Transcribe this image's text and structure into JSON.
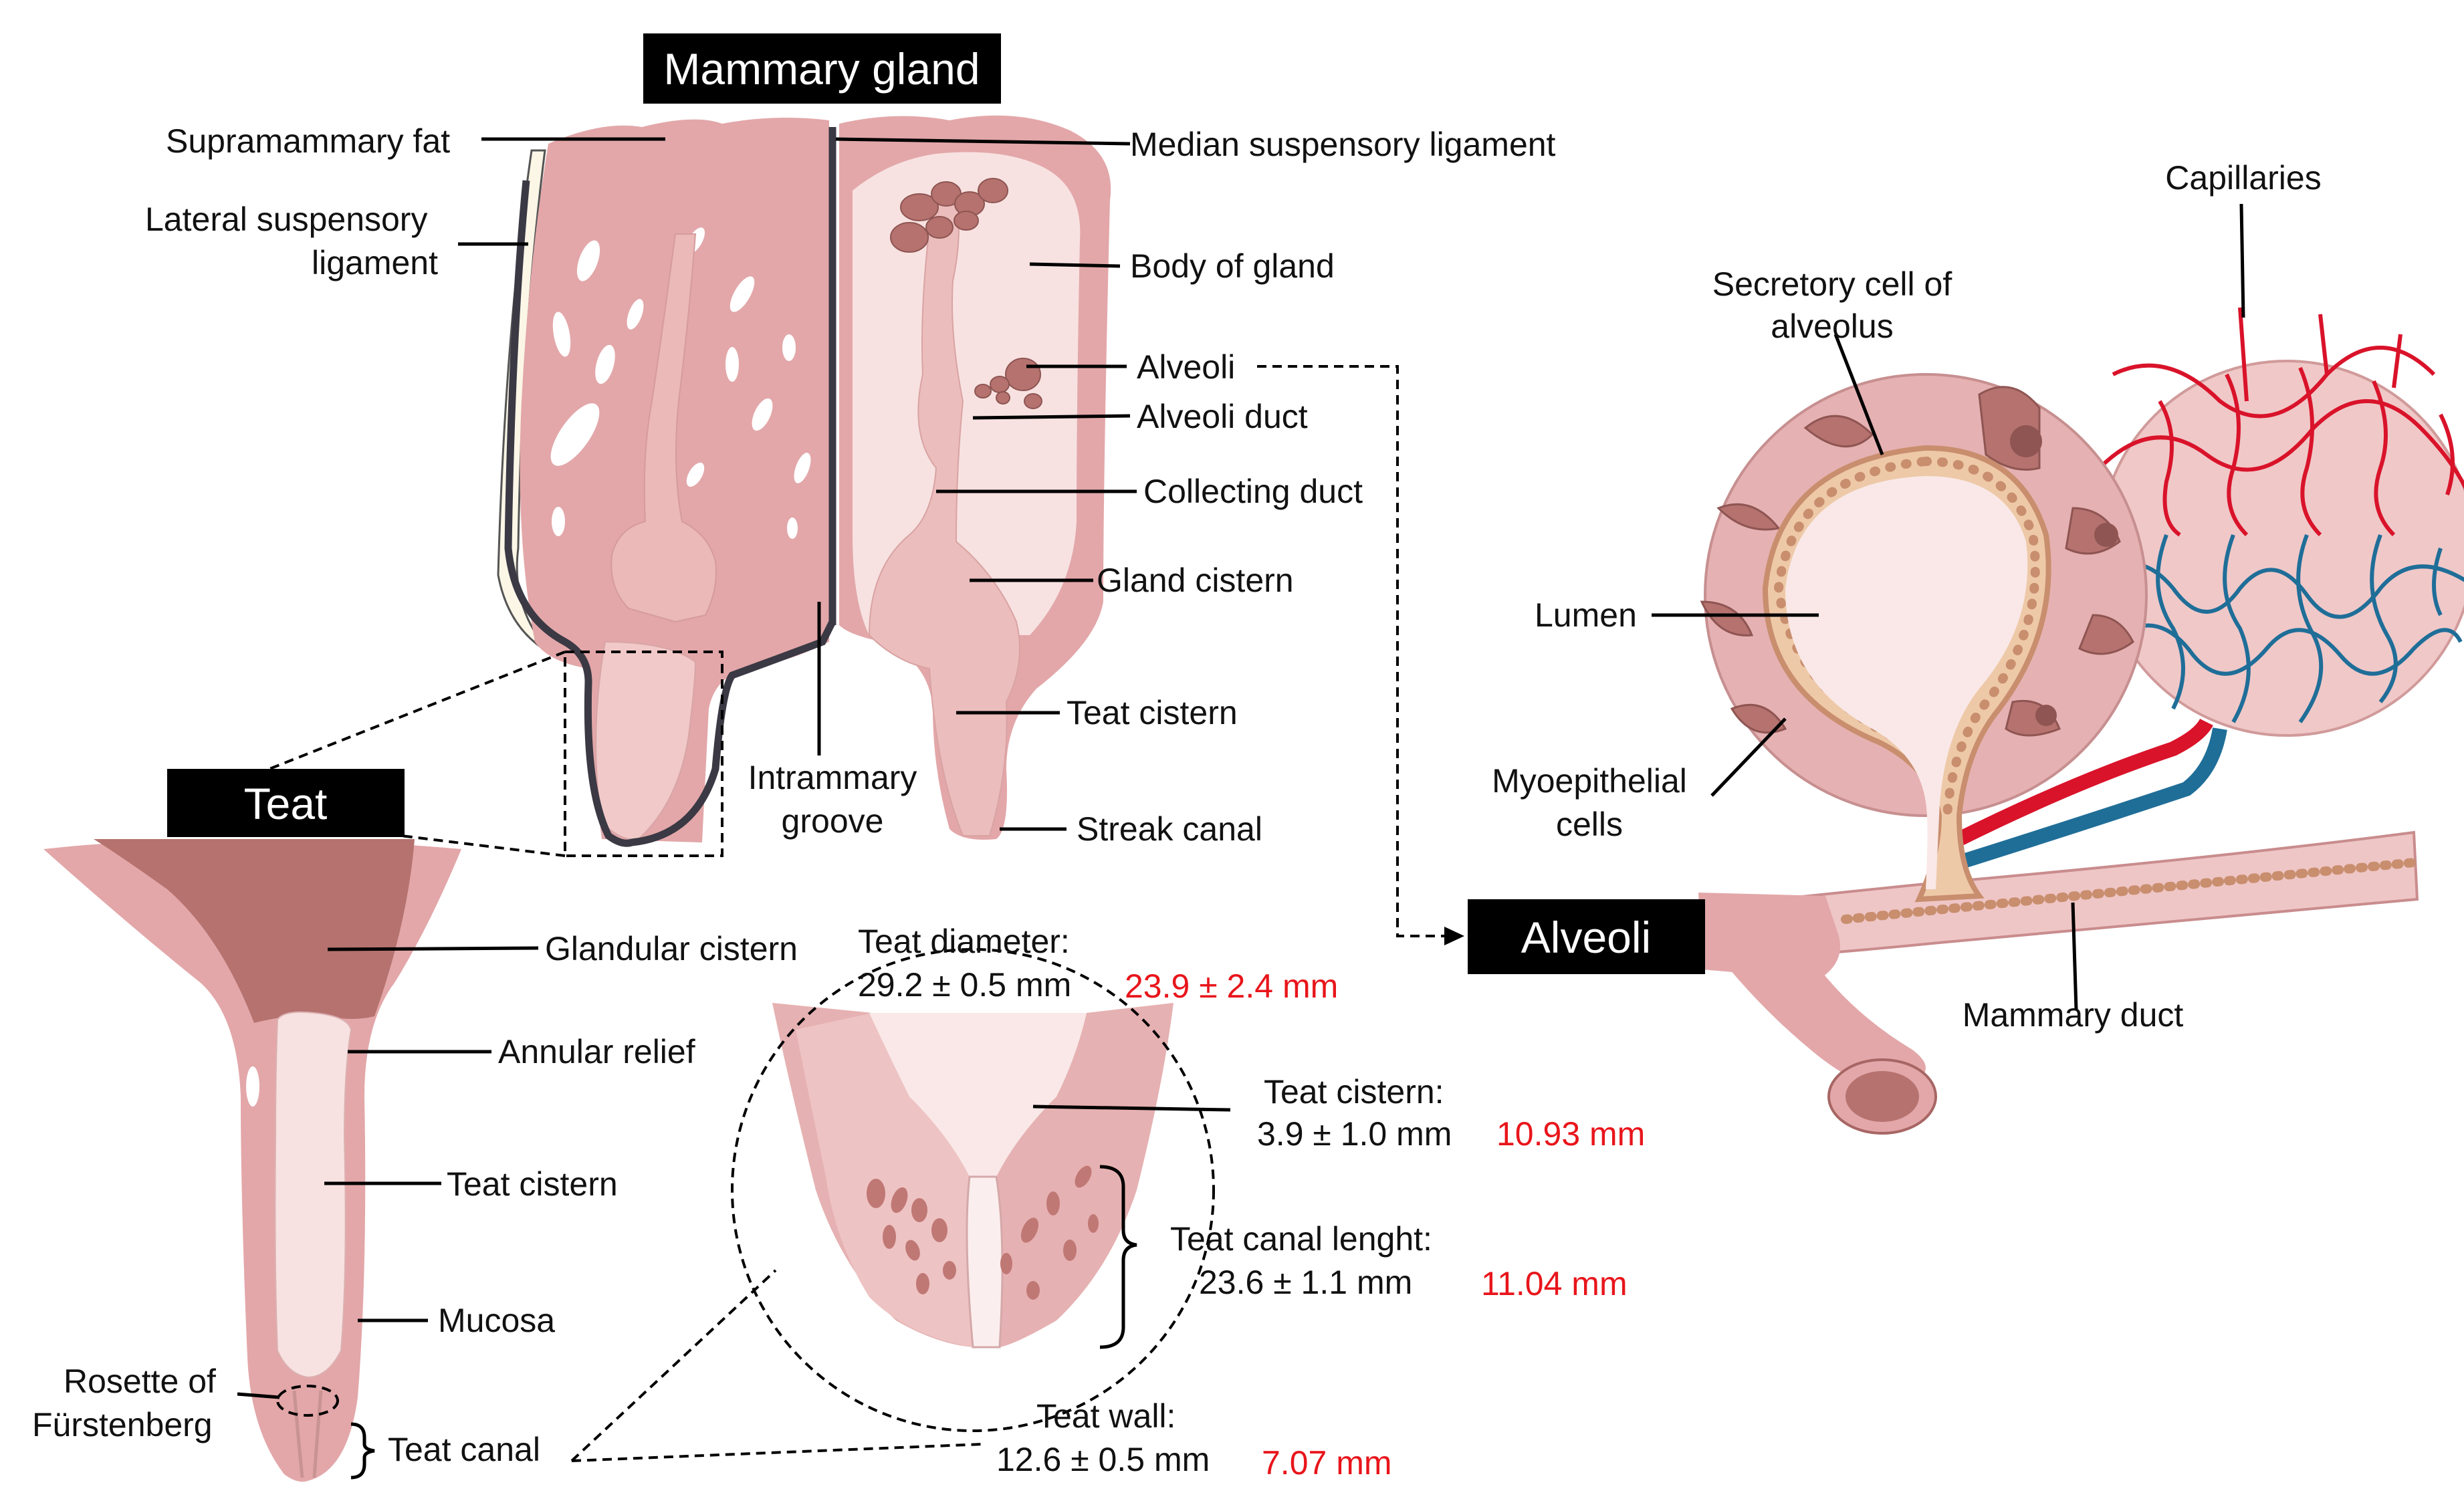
{
  "titles": {
    "mammary_gland": "Mammary gland",
    "teat": "Teat",
    "alveoli": "Alveoli"
  },
  "gland_labels": {
    "supramammary_fat": "Supramammary fat",
    "lateral_ligament_1": "Lateral suspensory",
    "lateral_ligament_2": "ligament",
    "median_ligament": "Median suspensory ligament",
    "body_of_gland": "Body of gland",
    "alveoli": "Alveoli",
    "alveoli_duct": "Alveoli duct",
    "collecting_duct": "Collecting duct",
    "gland_cistern": "Gland cistern",
    "teat_cistern": "Teat cistern",
    "intrammary_groove_1": "Intrammary",
    "intrammary_groove_2": "groove",
    "streak_canal": "Streak canal"
  },
  "teat_labels": {
    "glandular_cistern": "Glandular cistern",
    "annular_relief": "Annular relief",
    "teat_cistern": "Teat cistern",
    "mucosa": "Mucosa",
    "rosette_1": "Rosette of",
    "rosette_2": "Fürstenberg",
    "teat_canal": "Teat canal"
  },
  "measurements": {
    "diameter_label": "Teat diameter:",
    "diameter_value": "29.2 ± 0.5 mm",
    "diameter_red": "23.9 ± 2.4 mm",
    "cistern_label": "Teat cistern:",
    "cistern_value": "3.9 ± 1.0 mm",
    "cistern_red": "10.93 mm",
    "canal_label": "Teat canal lenght:",
    "canal_value": "23.6 ± 1.1 mm",
    "canal_red": "11.04 mm",
    "wall_label": "Teat wall:",
    "wall_value": "12.6 ± 0.5 mm",
    "wall_red": "7.07 mm"
  },
  "alveoli_labels": {
    "capillaries": "Capillaries",
    "secretory_1": "Secretory cell of",
    "secretory_2": "alveolus",
    "lumen": "Lumen",
    "myoepithelial_1": "Myoepithelial",
    "myoepithelial_2": "cells",
    "mammary_duct": "Mammary duct"
  },
  "colors": {
    "tissue_pink": "#e3a7a9",
    "light_pink": "#f5dcdc",
    "dark_rose": "#b5726f",
    "outline": "#3a3944",
    "artery_red": "#d9132a",
    "vein_blue": "#1f6e98",
    "red_text": "#e8151b"
  }
}
